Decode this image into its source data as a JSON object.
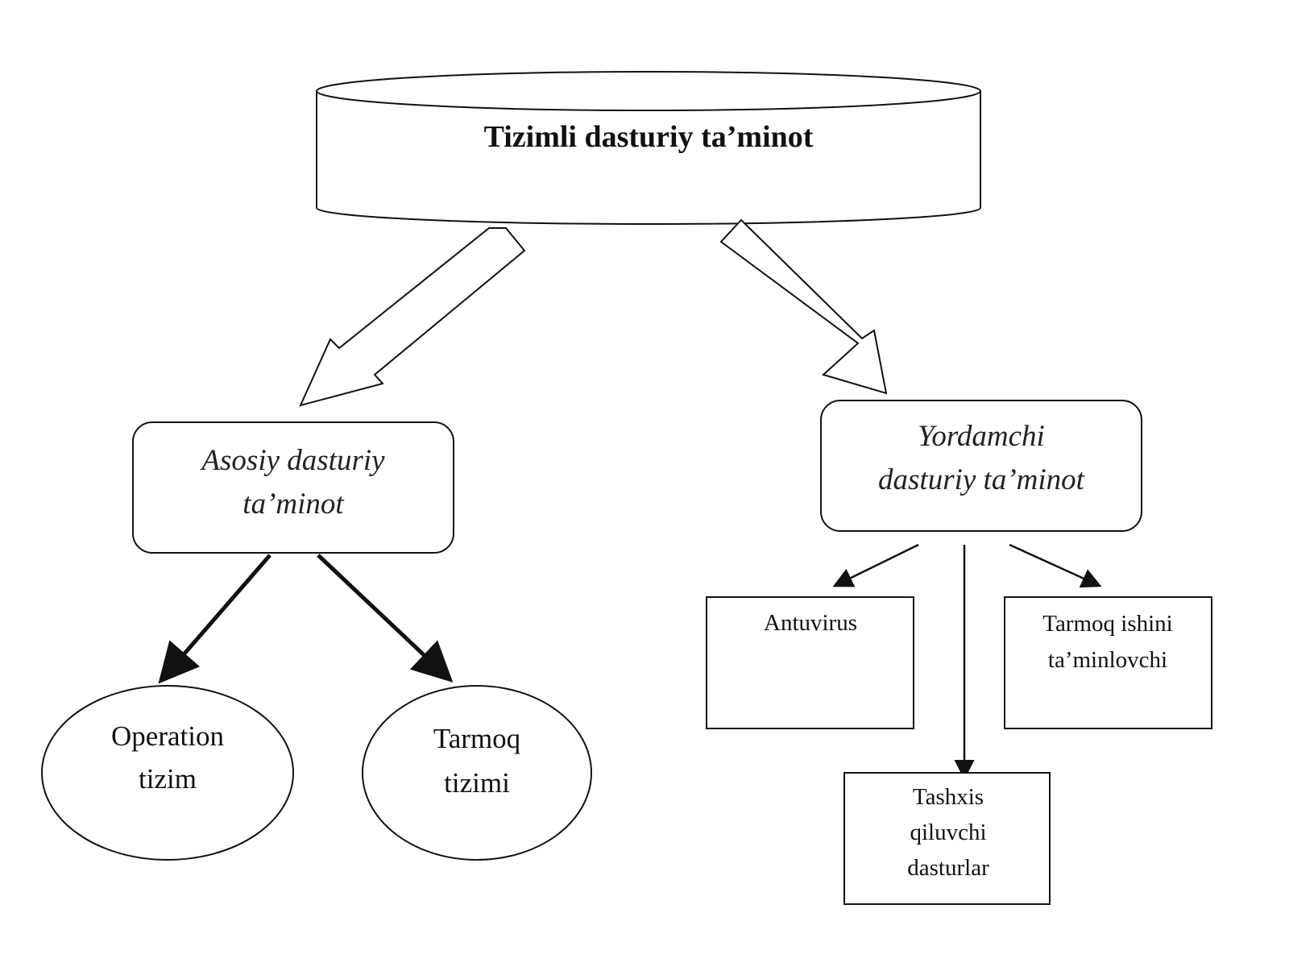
{
  "root": {
    "label": "Tizimli dasturiy ta’minot"
  },
  "main_branch": {
    "line1": "Asosiy dasturiy",
    "line2": "ta’minot"
  },
  "aux_branch": {
    "line1": "Yordamchi",
    "line2": "dasturiy ta’minot"
  },
  "main_children": [
    {
      "line1": "Operation",
      "line2": "tizim"
    },
    {
      "line1": "Tarmoq",
      "line2": "tizimi"
    }
  ],
  "aux_children": {
    "antivirus": {
      "line1": "Antuvirus"
    },
    "network": {
      "line1": "Tarmoq ishini",
      "line2": "ta’minlovchi"
    },
    "diagnostic": {
      "line1": "Tashxis",
      "line2": "qiluvchi",
      "line3": "dasturlar"
    }
  }
}
